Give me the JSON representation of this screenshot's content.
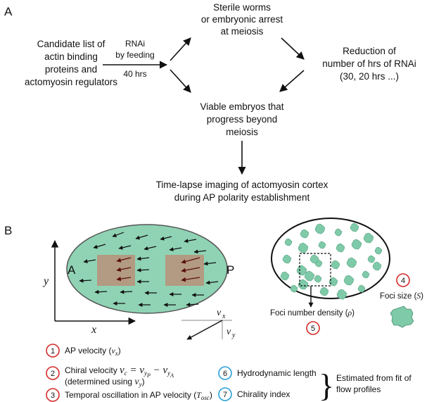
{
  "panel_a": {
    "label": "A",
    "candidate": [
      "Candidate list of",
      "actin binding",
      "proteins and",
      "actomyosin regulators"
    ],
    "rnai": [
      "RNAi",
      "by feeding"
    ],
    "hours": "40 hrs",
    "sterile": [
      "Sterile worms",
      "or embryonic arrest",
      "at meiosis"
    ],
    "reduction": [
      "Reduction of",
      "number of hrs of RNAi",
      "(30, 20 hrs ...)"
    ],
    "viable": [
      "Viable embryos that",
      "progress beyond",
      "meiosis"
    ],
    "imaging": [
      "Time-lapse imaging of actomyosin cortex",
      "during AP polarity establishment"
    ]
  },
  "panel_b": {
    "label": "B",
    "anterior": "A",
    "posterior": "P",
    "axis_x": "x",
    "axis_y": "y",
    "vx": "vx",
    "vy": "vy",
    "items": [
      {
        "num": "1",
        "text": "AP velocity (vx)"
      },
      {
        "num": "2",
        "text": "Chiral velocity vc = vyP − vyA",
        "sub": "(determined using vy)"
      },
      {
        "num": "3",
        "text": "Temporal oscillation in AP velocity (Tosc)"
      },
      {
        "num": "4",
        "text": "Foci size (S)"
      },
      {
        "num": "5",
        "text": "Foci number density (ρ)"
      },
      {
        "num": "6",
        "text": "Hydrodynamic length"
      },
      {
        "num": "7",
        "text": "Chirality index"
      }
    ],
    "estimated": [
      "Estimated from fit of",
      "flow profiles"
    ]
  },
  "colors": {
    "green": "#8fd3b4",
    "foci": "#7fcaa8",
    "box": "#b39a82",
    "arrow_dark": "#5a1010",
    "red_circle": "#d62b2b",
    "blue_circle": "#2a9fd8",
    "red_sub": "#d62b2b"
  }
}
